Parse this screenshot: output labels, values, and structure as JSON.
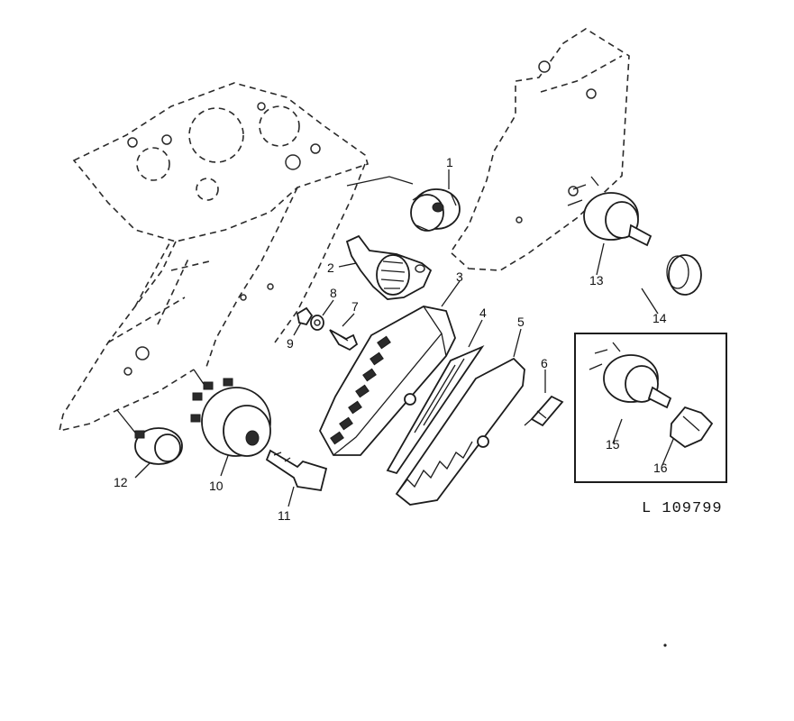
{
  "diagram": {
    "reference": "L 109799",
    "callouts": [
      {
        "id": "callout-1",
        "text": "1"
      },
      {
        "id": "callout-2",
        "text": "2"
      },
      {
        "id": "callout-3",
        "text": "3"
      },
      {
        "id": "callout-4",
        "text": "4"
      },
      {
        "id": "callout-5",
        "text": "5"
      },
      {
        "id": "callout-6",
        "text": "6"
      },
      {
        "id": "callout-7",
        "text": "7"
      },
      {
        "id": "callout-8",
        "text": "8"
      },
      {
        "id": "callout-9",
        "text": "9"
      },
      {
        "id": "callout-10",
        "text": "10"
      },
      {
        "id": "callout-11",
        "text": "11"
      },
      {
        "id": "callout-12",
        "text": "12"
      },
      {
        "id": "callout-13",
        "text": "13"
      },
      {
        "id": "callout-14",
        "text": "14"
      },
      {
        "id": "callout-15",
        "text": "15"
      },
      {
        "id": "callout-16",
        "text": "16"
      }
    ]
  }
}
